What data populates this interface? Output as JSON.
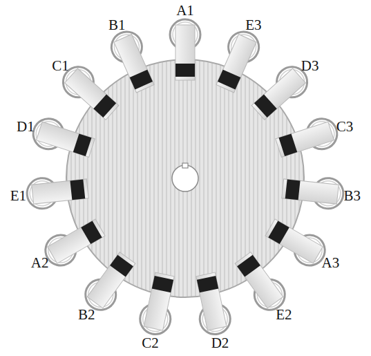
{
  "diagram": {
    "labels": [
      "A1",
      "E3",
      "D3",
      "C3",
      "B3",
      "A3",
      "E2",
      "D2",
      "C2",
      "B2",
      "A2",
      "E1",
      "D1",
      "C1",
      "B1"
    ]
  }
}
